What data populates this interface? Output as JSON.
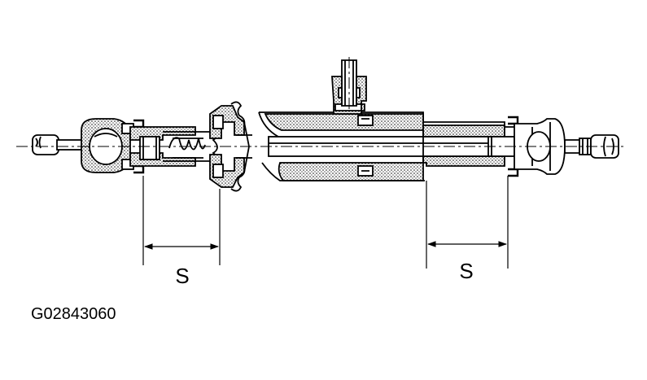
{
  "diagram": {
    "dimension_left_label": "S",
    "dimension_right_label": "S",
    "figure_code": "G02843060"
  }
}
